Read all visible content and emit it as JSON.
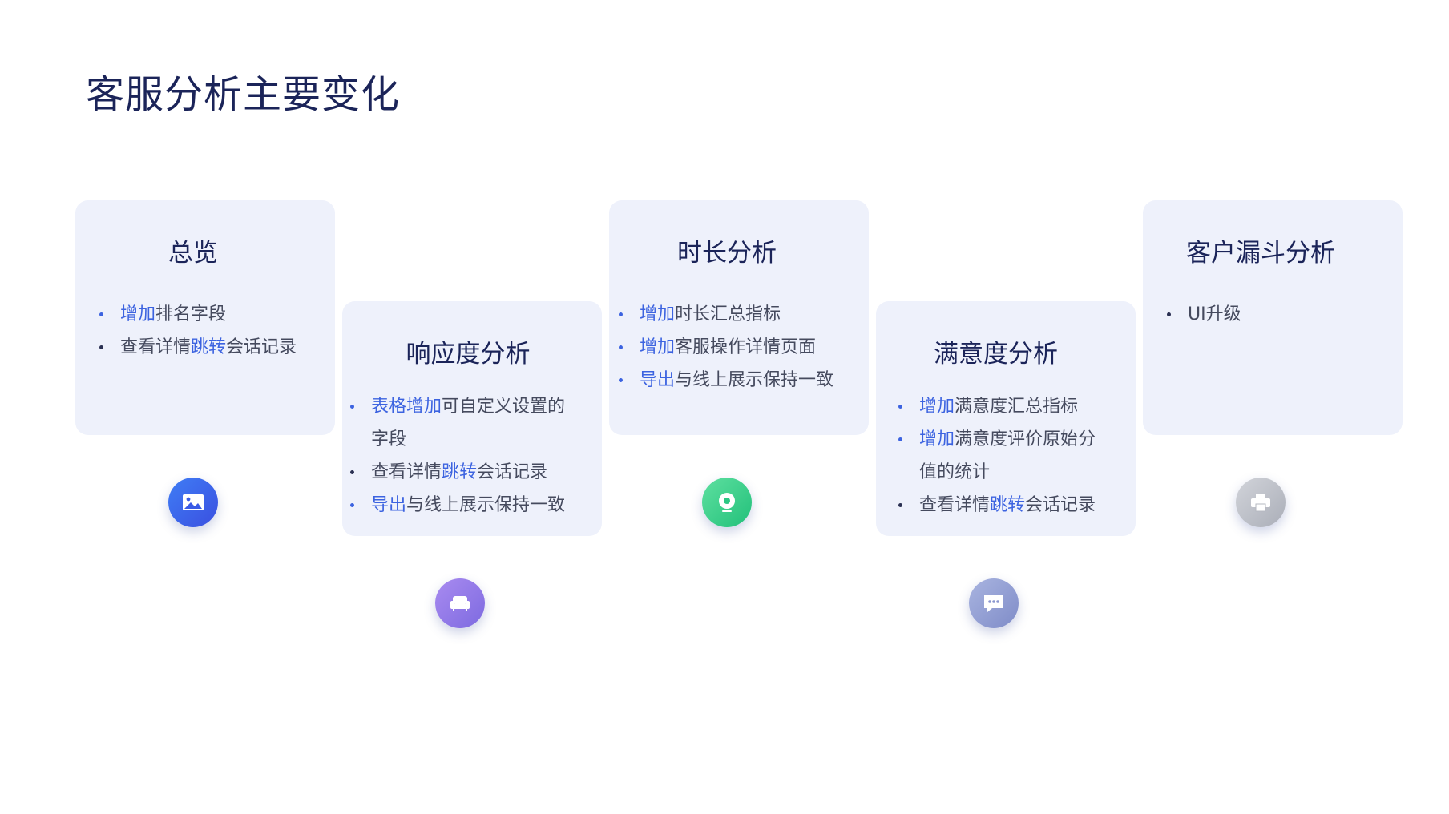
{
  "title": "客服分析主要变化",
  "cards": {
    "overview": {
      "title": "总览",
      "items": [
        {
          "hl": "增加",
          "text": "排名字段"
        },
        {
          "pre": "查看详情",
          "hl": "跳转",
          "post": "会话记录"
        }
      ]
    },
    "response": {
      "title": "响应度分析",
      "items": [
        {
          "hl": "表格增加",
          "text": "可自定义设置的",
          "text2": "字段"
        },
        {
          "pre": "查看详情",
          "hl": "跳转",
          "post": "会话记录"
        },
        {
          "hl": "导出",
          "text": "与线上展示保持一致"
        }
      ]
    },
    "duration": {
      "title": "时长分析",
      "items": [
        {
          "hl": "增加",
          "text": "时长汇总指标"
        },
        {
          "hl": "增加",
          "text": "客服操作详情页面"
        },
        {
          "hl": "导出",
          "text": "与线上展示保持一致"
        }
      ]
    },
    "satisfaction": {
      "title": "满意度分析",
      "items": [
        {
          "hl": "增加",
          "text": "满意度汇总指标"
        },
        {
          "hl": "增加",
          "text": "满意度评价原始分",
          "text2": "值的统计"
        },
        {
          "pre": "查看详情",
          "hl": "跳转",
          "post": "会话记录"
        }
      ]
    },
    "funnel": {
      "title": "客户漏斗分析",
      "items": [
        {
          "text": "UI升级"
        }
      ]
    }
  },
  "icons": {
    "overview": {
      "name": "image-icon",
      "color_from": "#3f7df5",
      "color_to": "#3a4fe0"
    },
    "response": {
      "name": "armchair-icon",
      "color_from": "#a98bf0",
      "color_to": "#7d6ae0"
    },
    "duration": {
      "name": "location-icon",
      "color_from": "#5ee0a0",
      "color_to": "#22c07a"
    },
    "satisfaction": {
      "name": "chat-icon",
      "color_from": "#a9b4e0",
      "color_to": "#7f8cc8"
    },
    "funnel": {
      "name": "printer-icon",
      "color_from": "#d2d4da",
      "color_to": "#aaaeb8"
    }
  },
  "colors": {
    "highlight": "#3c63e0",
    "title": "#1b2459",
    "card_bg": "#eef1fb"
  }
}
